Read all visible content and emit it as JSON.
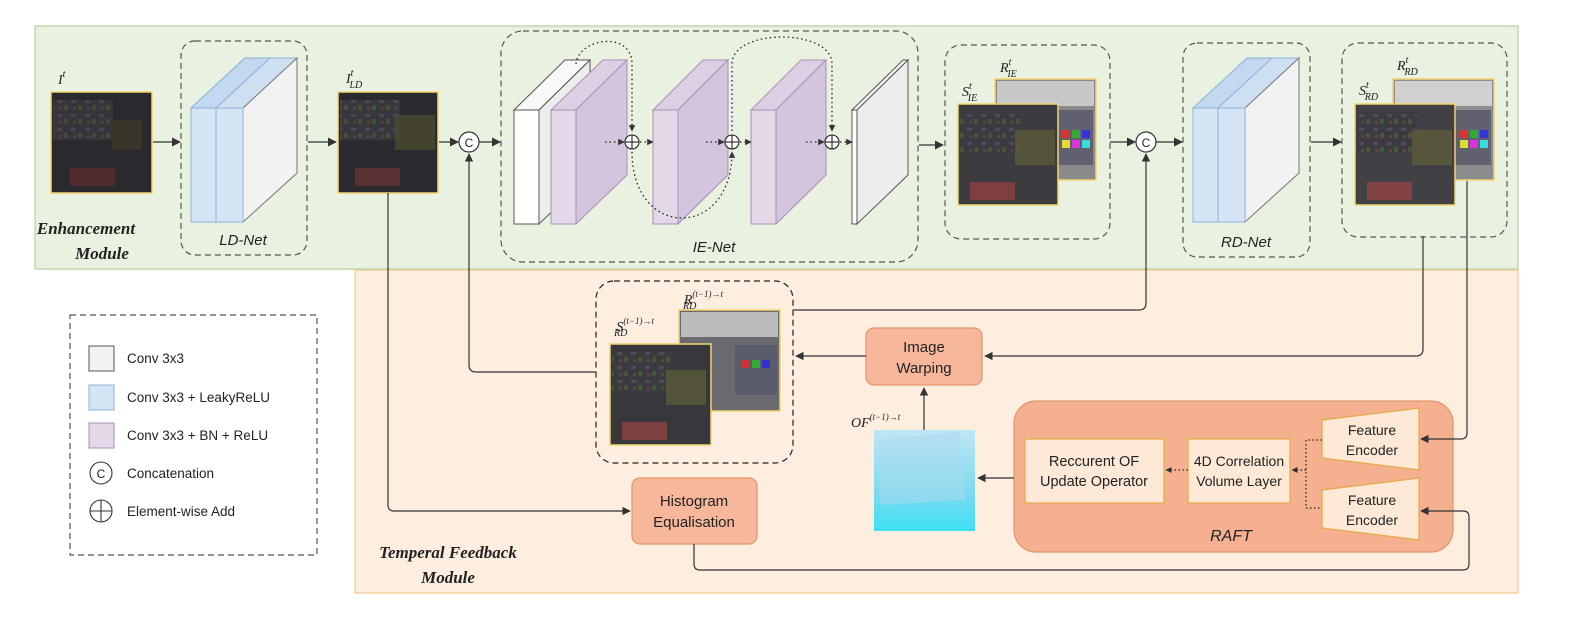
{
  "enhancement_module": {
    "label_line1": "Enhancement",
    "label_line2": "Module",
    "input_label": "I",
    "input_sup": "t",
    "ld_output_label": "I",
    "ld_output_sup": "t",
    "ld_output_sub": "LD",
    "ld_net": "LD-Net",
    "ie_net": "IE-Net",
    "rd_net": "RD-Net",
    "ie_s_label": "S",
    "ie_s_sup": "t",
    "ie_s_sub": "IE",
    "ie_r_label": "R",
    "ie_r_sup": "t",
    "ie_r_sub": "IE",
    "rd_s_label": "S",
    "rd_s_sup": "t",
    "rd_s_sub": "RD",
    "rd_r_label": "R",
    "rd_r_sup": "t",
    "rd_r_sub": "RD",
    "concat_symbol": "C"
  },
  "feedback_module": {
    "label_line1": "Temperal Feedback",
    "label_line2": "Module",
    "prev_s_label": "S",
    "prev_s_sup": "(t−1)→t",
    "prev_s_sub": "RD",
    "prev_r_label": "R",
    "prev_r_sup": "(t−1)→t",
    "prev_r_sub": "RD",
    "image_warping_line1": "Image",
    "image_warping_line2": "Warping",
    "histogram_line1": "Histogram",
    "histogram_line2": "Equalisation",
    "of_label": "OF",
    "of_sup": "(t−1)→t",
    "recurrent_line1": "Reccurent OF",
    "recurrent_line2": "Update Operator",
    "correlation_line1": "4D Correlation",
    "correlation_line2": "Volume Layer",
    "encoder_top_line1": "Feature",
    "encoder_top_line2": "Encoder",
    "encoder_bottom_line1": "Feature",
    "encoder_bottom_line2": "Encoder",
    "raft": "RAFT"
  },
  "legend": {
    "items": [
      {
        "label": "Conv 3x3",
        "color": "#f2f2f2"
      },
      {
        "label": "Conv 3x3 + LeakyReLU",
        "color": "#d6e5f6"
      },
      {
        "label": "Conv 3x3 + BN + ReLU",
        "color": "#e3d8e8"
      },
      {
        "label": "Concatenation",
        "symbol": "C"
      },
      {
        "label": "Element-wise Add",
        "symbol": "plus-circle-icon"
      }
    ]
  },
  "colors": {
    "enhancement_bg": "#e9f2e1",
    "enhancement_border": "#b5d3a2",
    "feedback_bg": "#fdeee0",
    "feedback_border": "#f0c98a",
    "box_fill": "#f7b79a",
    "box_border": "#e1956b",
    "raft_fill": "#f4b08f",
    "inner_box_fill": "#fde9d6",
    "inner_box_border": "#e6a845",
    "photo_border": "#f3d470"
  }
}
